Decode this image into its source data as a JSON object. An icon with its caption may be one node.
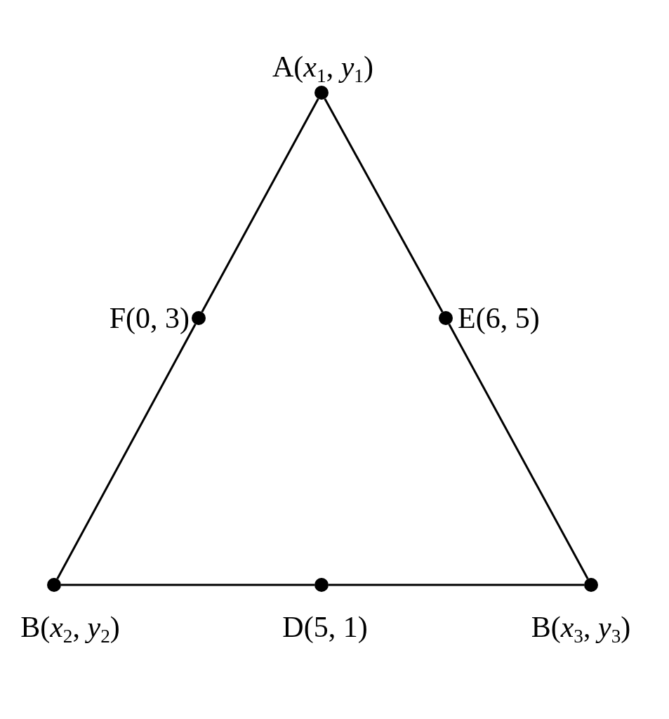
{
  "diagram": {
    "nodes": [
      {
        "text": [
          "A(*x*$_{1}$, *y*$_{1}$)"
        ]
      },
      {
        "text": [
          "F(0, 3)"
        ]
      },
      {
        "text": [
          "E(6, 5)"
        ]
      },
      {
        "text": [
          "B(*x*$_{2}$, *y*$_{2}$)"
        ]
      },
      {
        "text": [
          "D(5, 1)"
        ]
      },
      {
        "text": [
          "B(*x*$_{3}$, *y*$_{3}$)"
        ]
      }
    ],
    "edges": [
      {
        "from": 0,
        "to": 1,
        "arrow": "none"
      },
      {
        "from": 1,
        "to": 3,
        "arrow": "none"
      },
      {
        "from": 0,
        "to": 2,
        "arrow": "none"
      },
      {
        "from": 2,
        "to": 5,
        "arrow": "none"
      },
      {
        "from": 3,
        "to": 4,
        "arrow": "none"
      },
      {
        "from": 4,
        "to": 5,
        "arrow": "none"
      }
    ]
  }
}
